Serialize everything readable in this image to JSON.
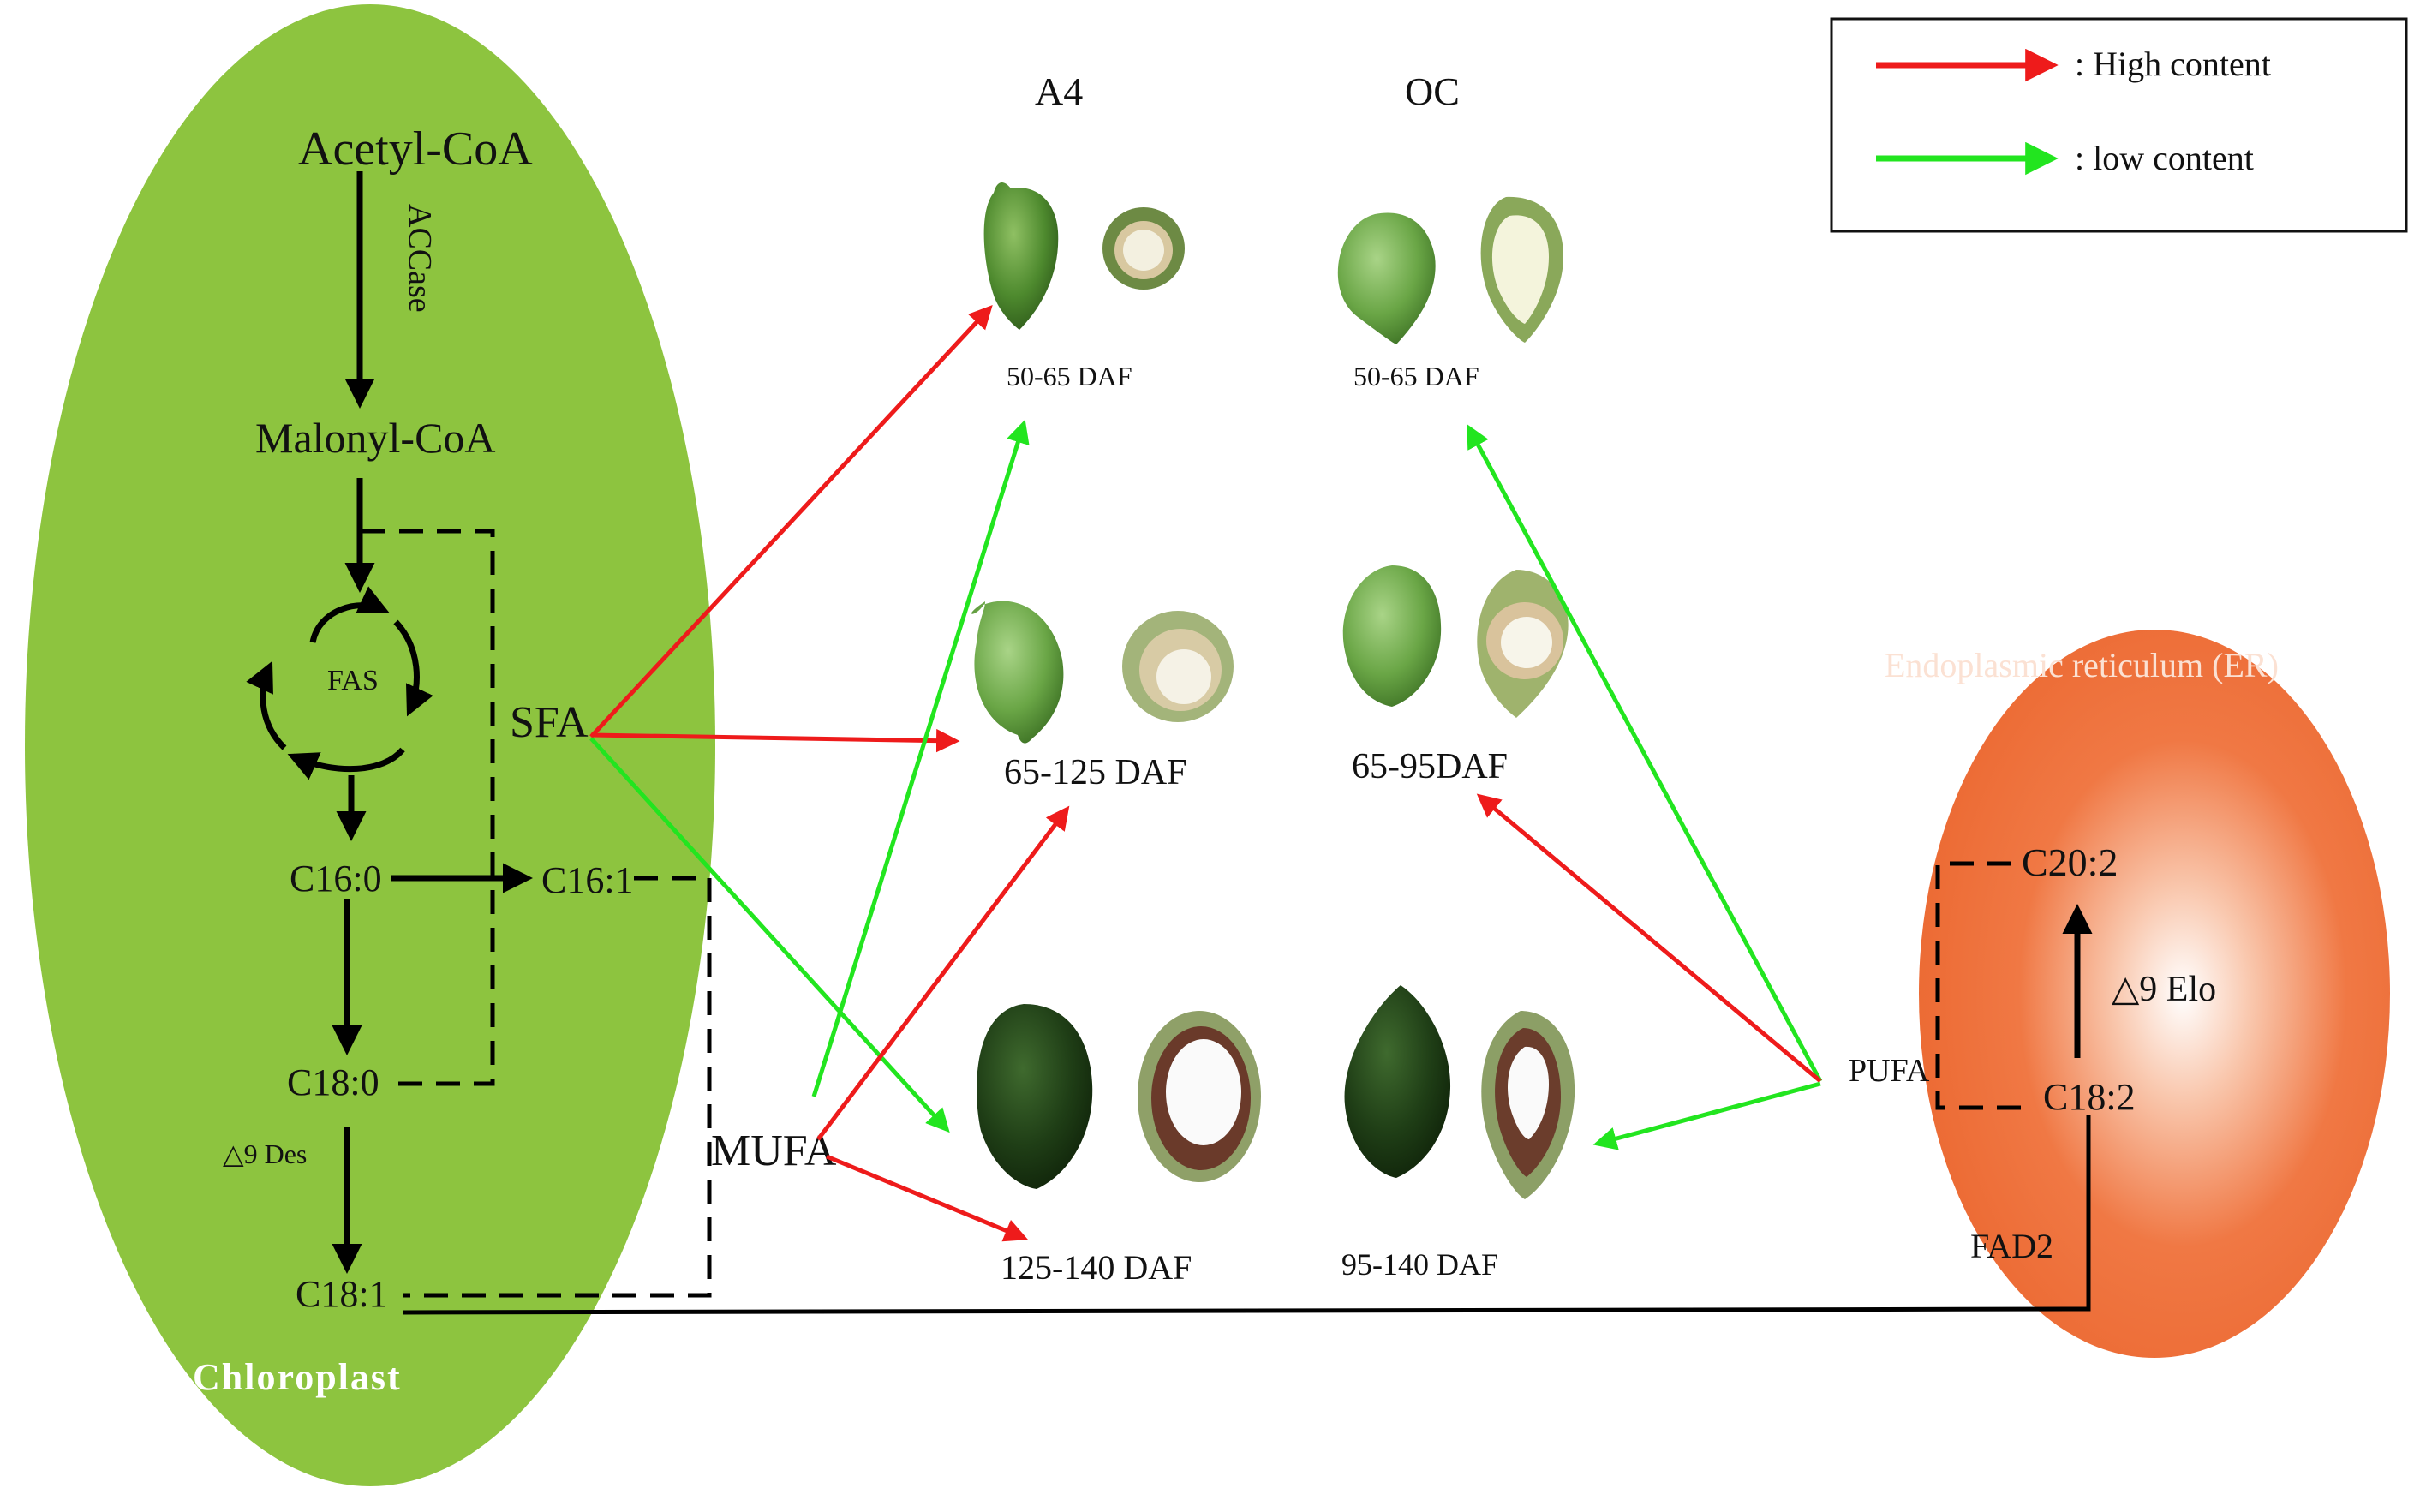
{
  "legend": {
    "items": [
      {
        "label": ": High content",
        "color": "#ee1b1b"
      },
      {
        "label": ": low content",
        "color": "#22e51f"
      }
    ]
  },
  "compartments": {
    "chloroplast": {
      "label": "Chloroplast",
      "color": "#8dc43f"
    },
    "er": {
      "label": "Endoplasmic reticulum (ER)",
      "color": "#f07844"
    }
  },
  "pathway": {
    "acetyl": "Acetyl-CoA",
    "accase": "ACCase",
    "malonyl": "Malonyl-CoA",
    "fas": "FAS",
    "c160": "C16:0",
    "c161": "C16:1",
    "c180": "C18:0",
    "des": "△9 Des",
    "c181": "C18:1",
    "sfa": "SFA",
    "mufa": "MUFA",
    "pufa": "PUFA",
    "c182": "C18:2",
    "c202": "C20:2",
    "elo": "△9 Elo",
    "fad2": "FAD2"
  },
  "cultivars": {
    "a4": "A4",
    "oc": "OC"
  },
  "stages": {
    "a4_1": "50-65 DAF",
    "a4_2": "65-125 DAF",
    "a4_3": "125-140 DAF",
    "oc_1": "50-65 DAF",
    "oc_2": "65-95DAF",
    "oc_3": "95-140 DAF"
  },
  "colors": {
    "high": "#ee1b1b",
    "low": "#22e51f",
    "line": "#000000"
  }
}
